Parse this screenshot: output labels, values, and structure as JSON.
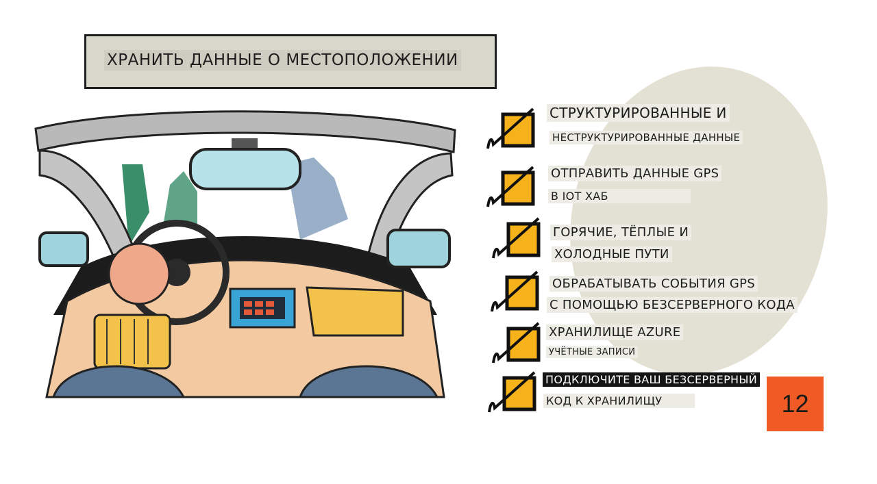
{
  "slide": {
    "title": "ХРАНИТЬ ДАННЫЕ О МЕСТОПОЛОЖЕНИИ",
    "page_number": "12"
  },
  "items": [
    {
      "line1": "СТРУКТУРИРОВАННЫЕ И",
      "line2": "НЕСТРУКТУРИРОВАННЫЕ ДАННЫЕ",
      "checked": true
    },
    {
      "line1": "ОТПРАВИТЬ ДАННЫЕ GPS",
      "line2": "В IOT ХАБ",
      "checked": true
    },
    {
      "line1": "ГОРЯЧИЕ, ТЁПЛЫЕ И",
      "line2": "ХОЛОДНЫЕ ПУТИ",
      "checked": true
    },
    {
      "line1": "ОБРАБАТЫВАТЬ СОБЫТИЯ GPS",
      "line2": "С ПОМОЩЬЮ БЕЗСЕРВЕРНОГО КОДА",
      "checked": true
    },
    {
      "line1": "ХРАНИЛИЩЕ AZURE",
      "line2": "УЧЁТНЫЕ ЗАПИСИ",
      "checked": true
    },
    {
      "line1": "ПОДКЛЮЧИТЕ ВАШ БЕЗСЕРВЕРНЫЙ",
      "line2": "КОД К ХРАНИЛИЩУ",
      "checked": true
    }
  ],
  "colors": {
    "checkbox_fill": "#f5b21b",
    "page_badge": "#f05a24",
    "blob": "#e3e1d4",
    "title_box": "#d9d8cc"
  },
  "icons": {
    "check": "checkbox-checked-icon",
    "illustration": "car-interior-illustration"
  }
}
